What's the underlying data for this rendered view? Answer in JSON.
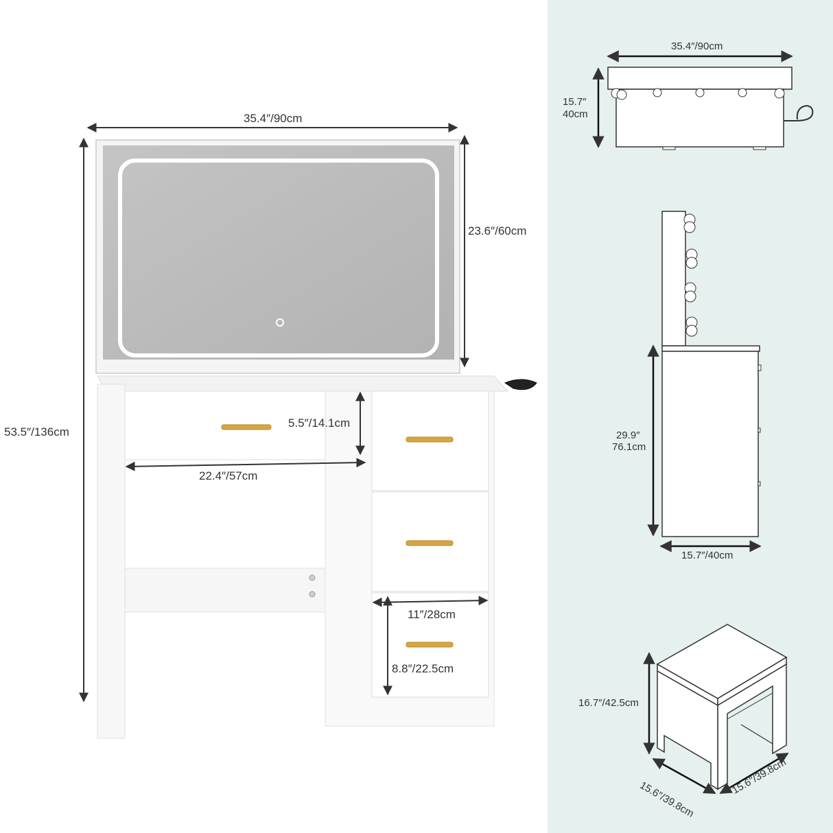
{
  "colors": {
    "panel_bg": "#e6f0ef",
    "furniture": "#ffffff",
    "mirror": "#bdbdbd",
    "handle": "#d8a640",
    "dimension_line": "#333333"
  },
  "dimensions": {
    "vanity_width": "35.4″/90cm",
    "mirror_height": "23.6″/60cm",
    "total_height": "53.5″/136cm",
    "drawer_height_top": "5.5″/14.1cm",
    "knee_space_width": "22.4″/57cm",
    "drawer_width": "11″/28cm",
    "drawer_height_bottom": "8.8″/22.5cm",
    "top_view_width": "35.4″/90cm",
    "top_view_depth_in": "15.7″",
    "top_view_depth_cm": "40cm",
    "side_height_in": "29.9″",
    "side_height_cm": "76.1cm",
    "side_depth": "15.7″/40cm",
    "stool_height": "16.7″/42.5cm",
    "stool_depth": "15.6″/39.8cm",
    "stool_width": "15.6″/39.8cm"
  }
}
